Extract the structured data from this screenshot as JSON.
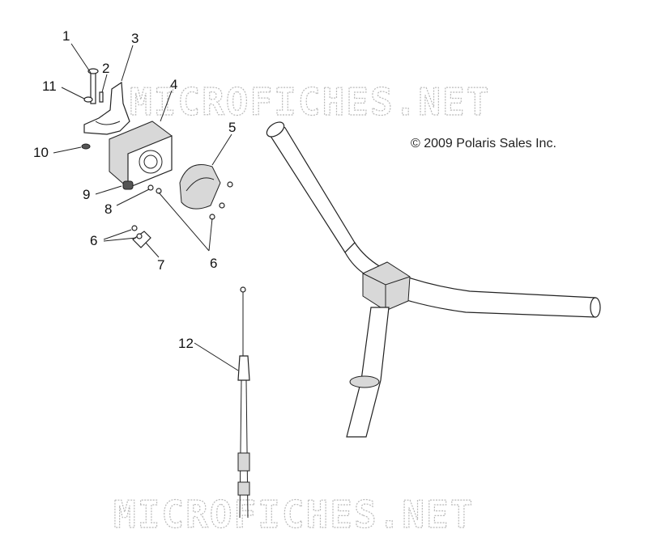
{
  "copyright": "© 2009 Polaris Sales Inc.",
  "watermark": "MICROFICHES.NET",
  "callouts": [
    "1",
    "2",
    "3",
    "4",
    "5",
    "6",
    "7",
    "8",
    "9",
    "10",
    "11",
    "12"
  ],
  "callout_6_repeat": "6"
}
